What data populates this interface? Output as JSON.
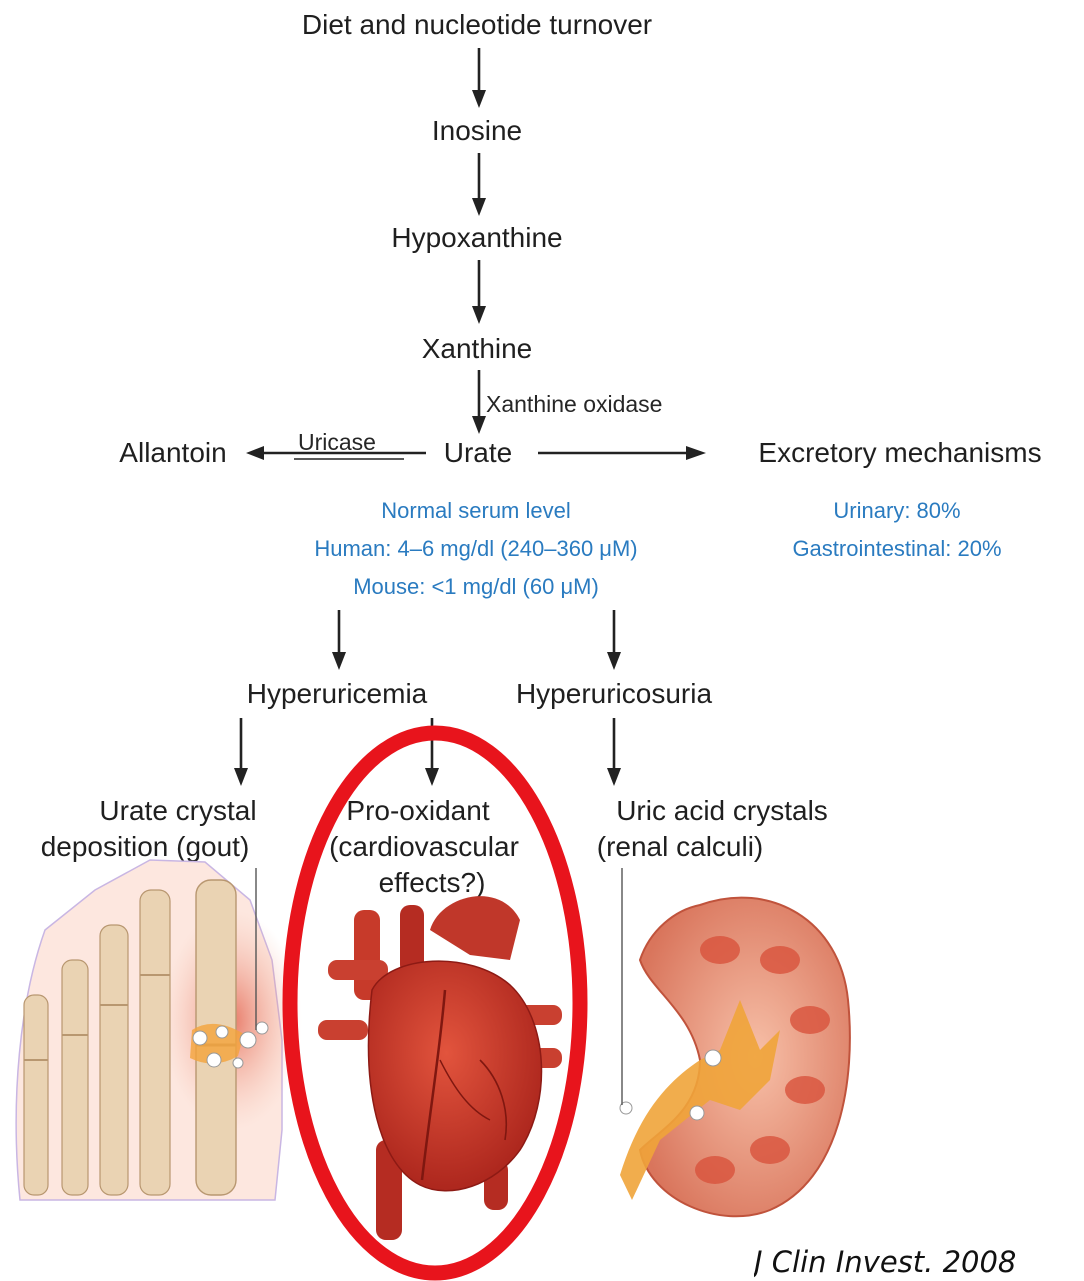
{
  "nodes": {
    "diet": "Diet and nucleotide turnover",
    "inosine": "Inosine",
    "hypoxanthine": "Hypoxanthine",
    "xanthine": "Xanthine",
    "urate": "Urate",
    "allantoin": "Allantoin",
    "excretory": "Excretory mechanisms",
    "hyperuricemia": "Hyperuricemia",
    "hyperuricosuria": "Hyperuricosuria",
    "urate_crystal_line1": "Urate crystal",
    "urate_crystal_line2": "deposition (gout)",
    "pro_oxidant_line1": "Pro-oxidant",
    "pro_oxidant_line2": "(cardiovascular",
    "pro_oxidant_line3": "effects?)",
    "uric_acid_line1": "Uric acid crystals",
    "uric_acid_line2": "(renal calculi)"
  },
  "edge_labels": {
    "xanthine_oxidase": "Xanthine oxidase",
    "uricase": "Uricase"
  },
  "serum_note": {
    "title": "Normal serum level",
    "human": "Human: 4–6 mg/dl (240–360 μM)",
    "mouse": "Mouse: <1 mg/dl (60 μM)"
  },
  "excretion_note": {
    "urinary": "Urinary: 80%",
    "gastrointestinal": "Gastrointestinal: 20%"
  },
  "citation": "J Clin Invest. 2008",
  "colors": {
    "note_blue": "#2a7bc0",
    "highlight_ring": "#e8141c",
    "text": "#1f1f1f"
  }
}
